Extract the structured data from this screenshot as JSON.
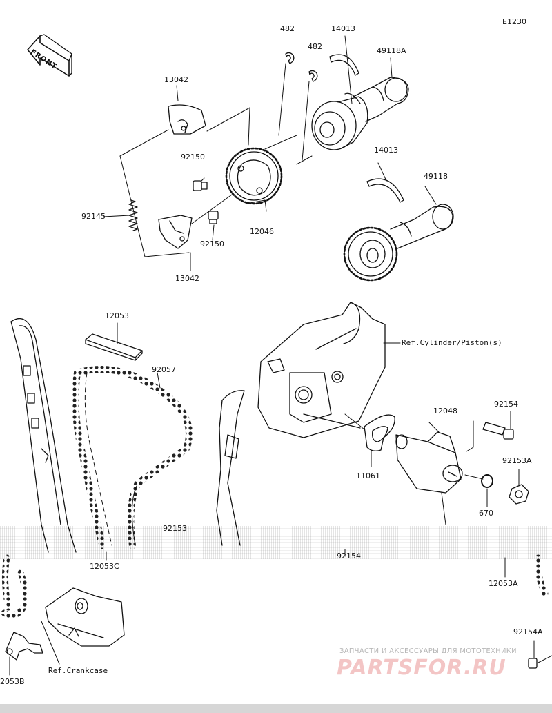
{
  "diagram": {
    "code": "E1230",
    "front_label": "FRONT",
    "labels": {
      "l482a": "482",
      "l14013a": "14013",
      "l482b": "482",
      "l49118A": "49118A",
      "l13042a": "13042",
      "l92150a": "92150",
      "l14013b": "14013",
      "l49118": "49118",
      "l92145": "92145",
      "l92150b": "92150",
      "l12046": "12046",
      "l13042b": "13042",
      "l12053": "12053",
      "lRefCyl": "Ref.Cylinder/Piston(s)",
      "l92057": "92057",
      "l12048": "12048",
      "l92154": "92154",
      "l92153A": "92153A",
      "l11061": "11061",
      "l670": "670",
      "l92153": "92153",
      "l12053C": "12053C",
      "l92154b": "92154",
      "l12053A": "12053A",
      "l92154A": "92154A",
      "lRefCrank": "Ref.Crankcase",
      "l2053B": "2053B"
    }
  },
  "watermark": {
    "line1": "ЗАПЧАСТИ И АКСЕССУАРЫ ДЛЯ МОТОТЕХНИКИ",
    "line2": "PARTSFOR.RU"
  },
  "colors": {
    "line": "#111111",
    "watermark": "#d96060"
  }
}
